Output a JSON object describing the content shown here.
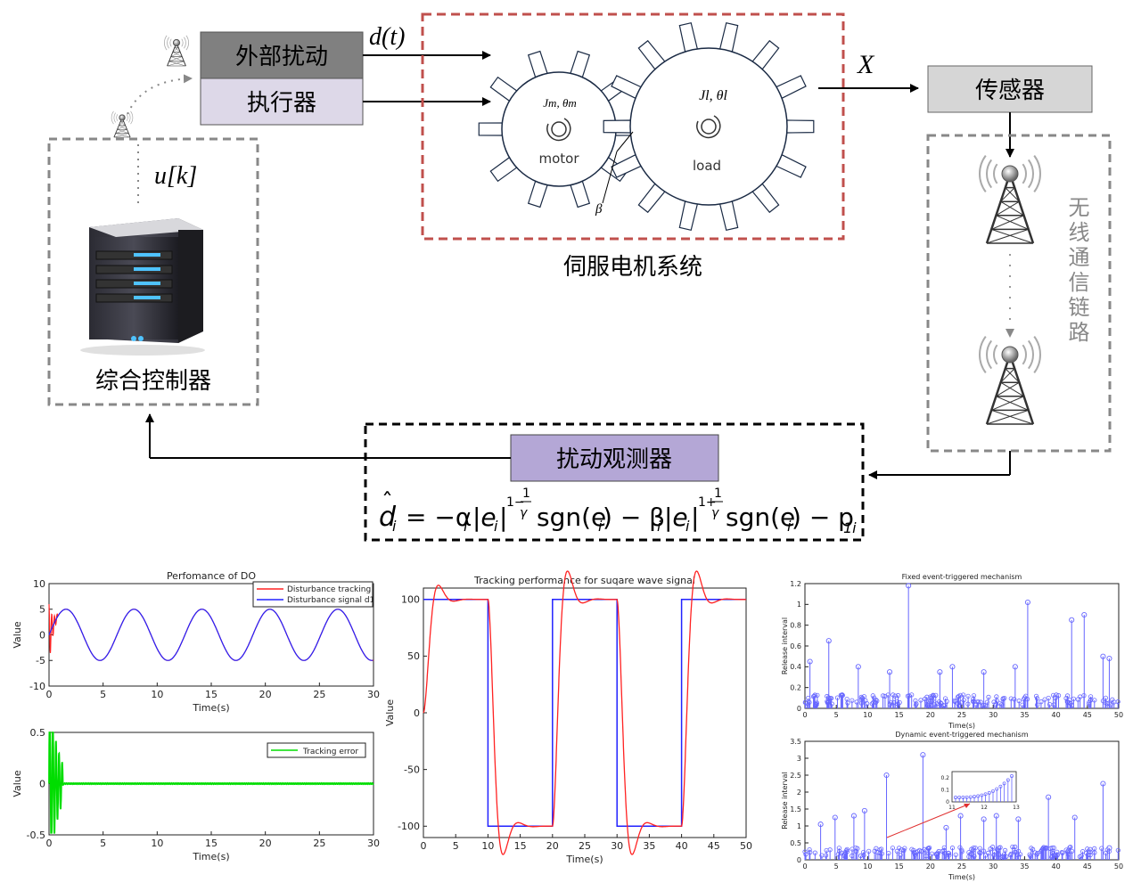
{
  "top": {
    "disturbance_label": "外部扰动",
    "actuator_label": "执行器",
    "d_signal": "d(t)",
    "x_signal": "X",
    "u_signal": "u[k]",
    "servo_label": "伺服电机系统",
    "motor_label": "motor",
    "load_label": "load",
    "jm_label": "Jm, θm",
    "jl_label": "Jl, θl",
    "beta_label": "β",
    "sensor_label": "传感器",
    "wireless_label": "无线通信链路",
    "controller_label": "综合控制器",
    "observer_label": "扰动观测器",
    "formula": "d̂ᵢ = −αᵢ |eᵢ|^(1−1/γᵢ) sgn(eᵢ) − βᵢ |eᵢ|^(1+1/γᵢ) sgn(eᵢ) − p₁ᵢ"
  },
  "colors": {
    "disturbance_box": "#808080",
    "actuator_box": "#ddd8e8",
    "sensor_box": "#d6d6d6",
    "observer_box": "#b4a7d6",
    "servo_border": "#c0504d",
    "blue_series": "#2222ff",
    "red_series": "#ff2222",
    "green_series": "#00dd00",
    "stem_color": "#6666ff"
  },
  "chart_data": [
    {
      "type": "line",
      "title": "Perfomance of DO",
      "xlabel": "Time(s)",
      "ylabel": "Value",
      "xlim": [
        0,
        30
      ],
      "ylim": [
        -10,
        10
      ],
      "xticks": [
        0,
        5,
        10,
        15,
        20,
        25,
        30
      ],
      "yticks": [
        -10,
        -5,
        0,
        5,
        10
      ],
      "legend": "top-right",
      "series": [
        {
          "name": "Disturbance tracking",
          "color": "#ff2222",
          "description": "sinusoid amplitude 5, period ~6.28 s with initial overshoot near t=0"
        },
        {
          "name": "Disturbance signal d1",
          "color": "#2222ff",
          "amplitude": 5,
          "period": 6.28
        }
      ]
    },
    {
      "type": "line",
      "title": "",
      "xlabel": "Time(s)",
      "ylabel": "Value",
      "xlim": [
        0,
        30
      ],
      "ylim": [
        -0.5,
        0.5
      ],
      "xticks": [
        0,
        5,
        10,
        15,
        20,
        25,
        30
      ],
      "yticks": [
        -0.5,
        0,
        0.5
      ],
      "legend": "top-right",
      "series": [
        {
          "name": "Tracking error",
          "color": "#00dd00",
          "description": "large oscillation in first ~1.2 s then near zero"
        }
      ]
    },
    {
      "type": "line",
      "title": "Tracking performance for suqare wave signal",
      "xlabel": "Time(s)",
      "ylabel": "Value",
      "xlim": [
        0,
        50
      ],
      "ylim": [
        -110,
        110
      ],
      "xticks": [
        0,
        5,
        10,
        15,
        20,
        25,
        30,
        35,
        40,
        45,
        50
      ],
      "yticks": [
        -100,
        -50,
        0,
        50,
        100
      ],
      "series": [
        {
          "color": "#2222ff",
          "x": [
            0,
            10,
            10,
            20,
            20,
            30,
            30,
            40,
            40,
            50
          ],
          "y": [
            100,
            100,
            -100,
            -100,
            100,
            100,
            -100,
            -100,
            100,
            100
          ]
        },
        {
          "color": "#ff2222",
          "description": "smoothed response following square wave with small overshoot"
        }
      ]
    },
    {
      "type": "scatter",
      "title": "Fixed event-triggered mechanism",
      "xlabel": "Time(s)",
      "ylabel": "Release interval",
      "xlim": [
        0,
        50
      ],
      "ylim": [
        0,
        1.2
      ],
      "xticks": [
        0,
        5,
        10,
        15,
        20,
        25,
        30,
        35,
        40,
        45,
        50
      ],
      "yticks": [
        0,
        0.2,
        0.4,
        0.6,
        0.8,
        1,
        1.2
      ],
      "peaks": [
        {
          "x": 0.8,
          "y": 0.45
        },
        {
          "x": 3.8,
          "y": 0.65
        },
        {
          "x": 8.5,
          "y": 0.4
        },
        {
          "x": 13.5,
          "y": 0.35
        },
        {
          "x": 16.5,
          "y": 1.18
        },
        {
          "x": 21.5,
          "y": 0.35
        },
        {
          "x": 23.5,
          "y": 0.4
        },
        {
          "x": 28.5,
          "y": 0.35
        },
        {
          "x": 33.5,
          "y": 0.4
        },
        {
          "x": 35.5,
          "y": 1.02
        },
        {
          "x": 42.5,
          "y": 0.85
        },
        {
          "x": 44.5,
          "y": 0.9
        },
        {
          "x": 47.5,
          "y": 0.5
        },
        {
          "x": 48.5,
          "y": 0.48
        }
      ]
    },
    {
      "type": "scatter",
      "title": "Dynamic event-triggered mechanism",
      "xlabel": "Time(s)",
      "ylabel": "Release interval",
      "xlim": [
        0,
        50
      ],
      "ylim": [
        0,
        3.5
      ],
      "xticks": [
        0,
        5,
        10,
        15,
        20,
        25,
        30,
        35,
        40,
        45,
        50
      ],
      "yticks": [
        0,
        0.5,
        1,
        1.5,
        2,
        2.5,
        3,
        3.5
      ],
      "inset": {
        "xticks": [
          11,
          12,
          13
        ],
        "yticks": [
          0,
          0.1,
          0.2
        ]
      },
      "peaks": [
        {
          "x": 2.5,
          "y": 1.05
        },
        {
          "x": 4.8,
          "y": 1.25
        },
        {
          "x": 7.8,
          "y": 1.3
        },
        {
          "x": 9.5,
          "y": 1.45
        },
        {
          "x": 13,
          "y": 2.5
        },
        {
          "x": 18.8,
          "y": 3.1
        },
        {
          "x": 22.5,
          "y": 0.95
        },
        {
          "x": 24.8,
          "y": 1.3
        },
        {
          "x": 28.5,
          "y": 1.2
        },
        {
          "x": 30.5,
          "y": 1.3
        },
        {
          "x": 34,
          "y": 1.2
        },
        {
          "x": 38.8,
          "y": 1.85
        },
        {
          "x": 43,
          "y": 1.25
        },
        {
          "x": 47.5,
          "y": 2.25
        },
        {
          "x": 48.5,
          "y": 0.35
        }
      ]
    }
  ]
}
